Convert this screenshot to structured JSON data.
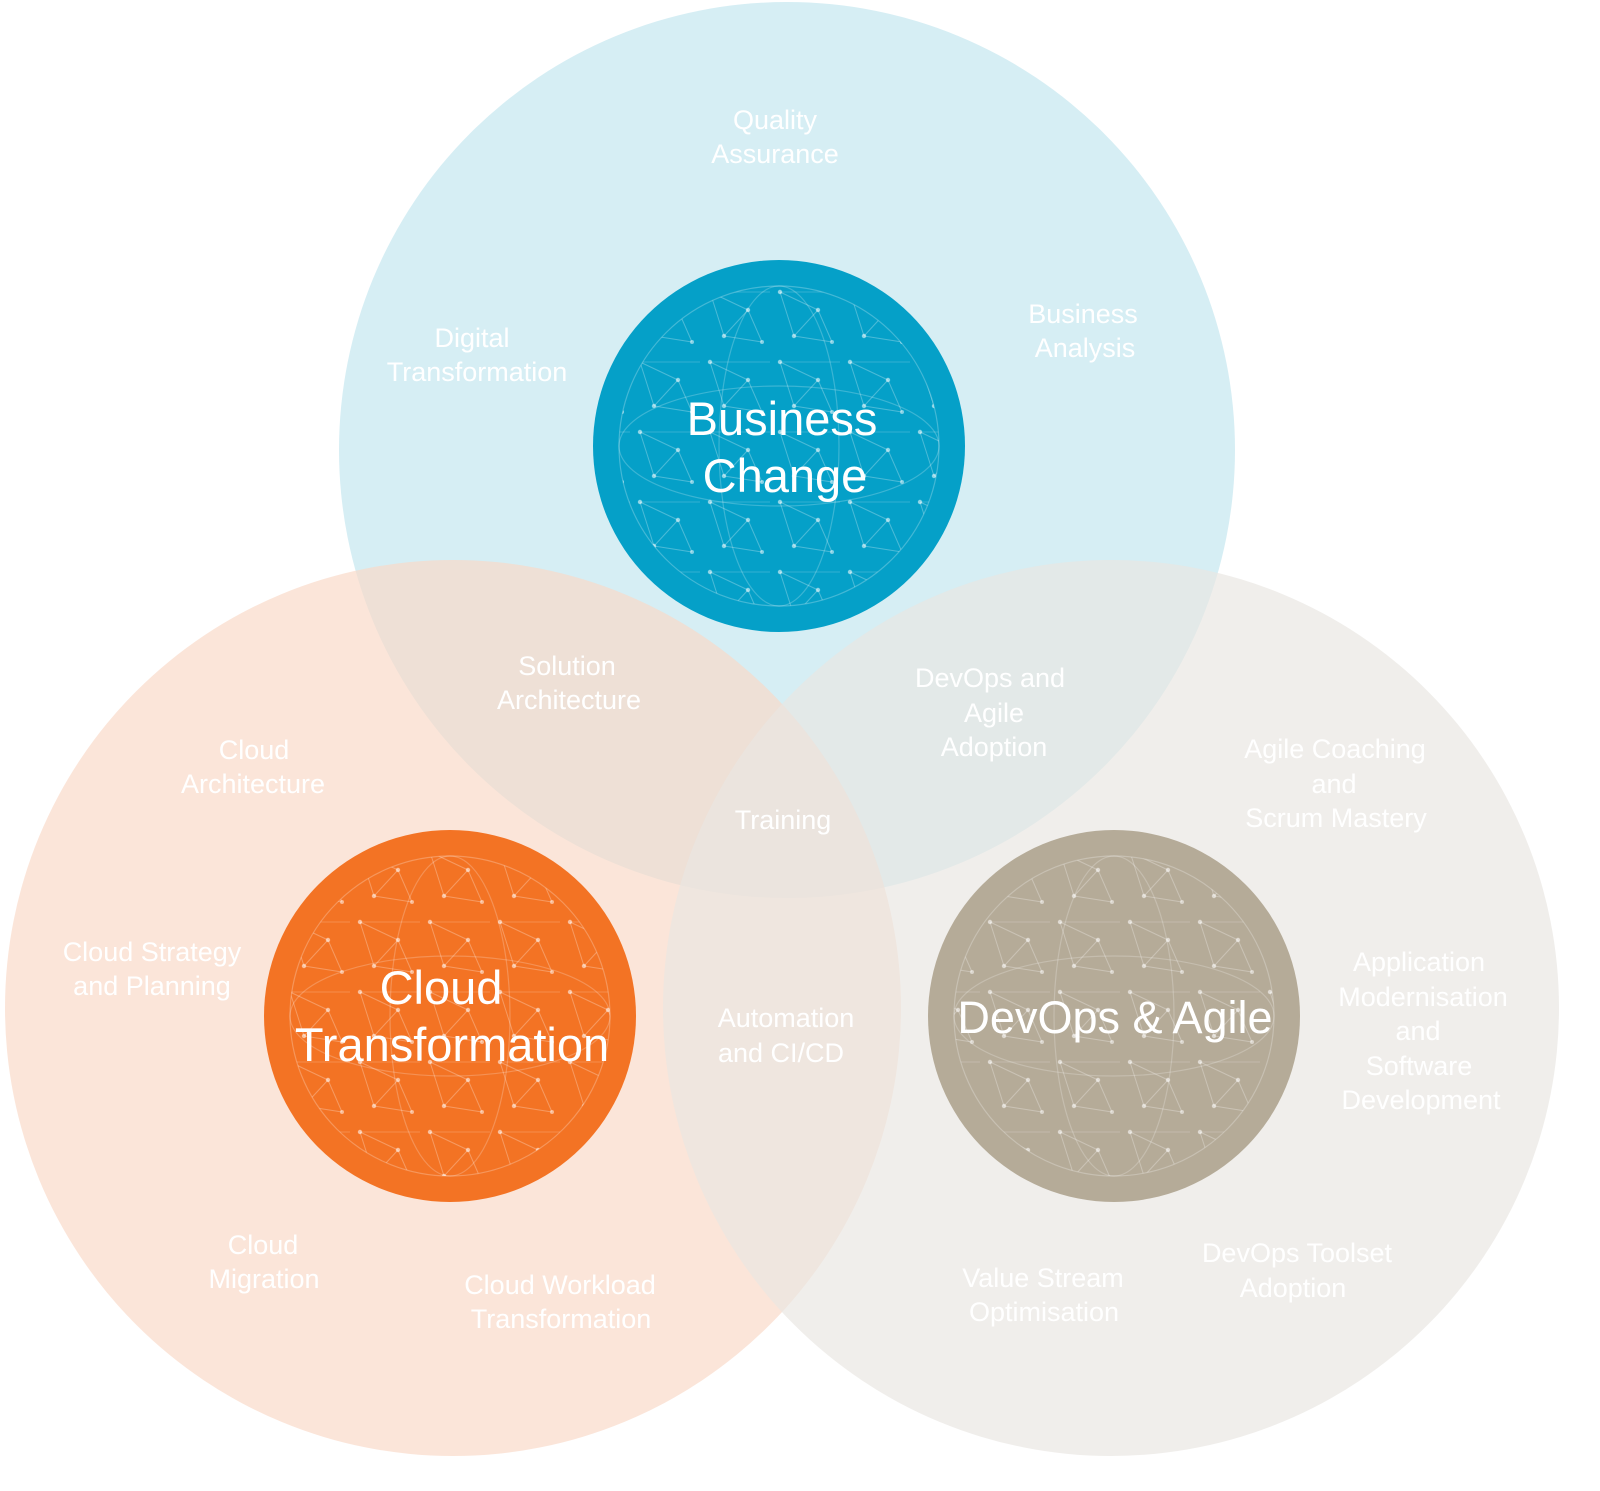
{
  "colors": {
    "business_outer": "#c2e6ef",
    "business_core": "#05a0c8",
    "cloud_outer": "#f9d9c7",
    "cloud_core": "#f37324",
    "devops_outer": "#e9e6e1",
    "devops_core": "#b5ab98",
    "label_text": "#ffffff"
  },
  "icons": {
    "core_pattern": "globe-network-icon"
  },
  "circles": {
    "business": {
      "title_line1": "Business",
      "title_line2": "Change",
      "topics": {
        "quality_1": "Quality",
        "quality_2": "Assurance",
        "digital_1": "Digital",
        "digital_2": "Transformation",
        "analysis_1": "Business",
        "analysis_2": "Analysis"
      }
    },
    "cloud": {
      "title_line1": "Cloud",
      "title_line2": "Transformation",
      "topics": {
        "architecture_1": "Cloud",
        "architecture_2": "Architecture",
        "strategy_1": "Cloud Strategy",
        "strategy_2": "and Planning",
        "migration_1": "Cloud",
        "migration_2": "Migration",
        "workload_1": "Cloud Workload",
        "workload_2": "Transformation"
      }
    },
    "devops": {
      "title": "DevOps & Agile",
      "topics": {
        "coaching_1": "Agile Coaching",
        "coaching_2": "and",
        "coaching_3": "Scrum Mastery",
        "appmod_1": "Application",
        "appmod_2": "Modernisation",
        "appmod_3": "and",
        "appmod_4": "Software",
        "appmod_5": "Development",
        "toolset_1": "DevOps Toolset",
        "toolset_2": "Adoption",
        "valuestream_1": "Value Stream",
        "valuestream_2": "Optimisation"
      }
    }
  },
  "overlaps": {
    "business_cloud_1": "Solution",
    "business_cloud_2": "Architecture",
    "business_devops_1": "DevOps and",
    "business_devops_2": "Agile",
    "business_devops_3": "Adoption",
    "cloud_devops_1": "Automation",
    "cloud_devops_2": "and CI/CD",
    "center": "Training"
  }
}
